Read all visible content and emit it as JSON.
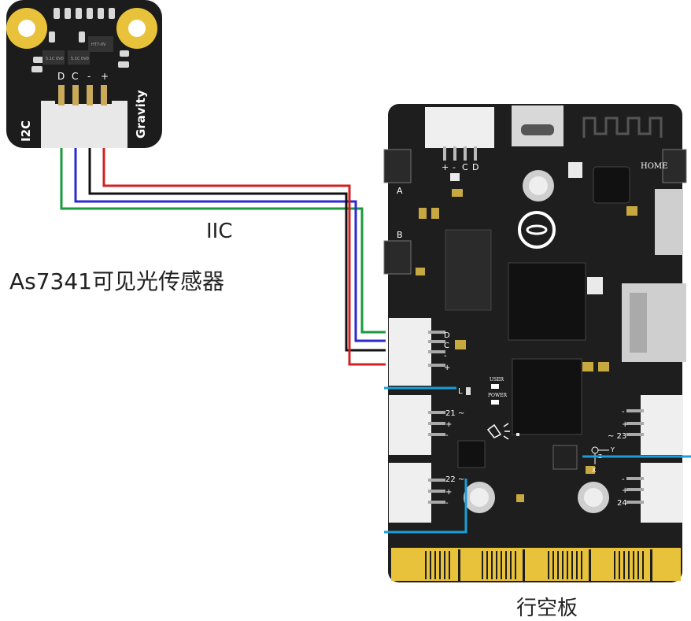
{
  "labels": {
    "iic": "IIC",
    "sensor": "As7341可见光传感器",
    "board": "行空板"
  },
  "sensor": {
    "left_label": "I2C",
    "right_label": "Gravity",
    "pins": [
      "D",
      "C",
      "-",
      "+"
    ],
    "chip_texts": [
      "5.1C 0V0",
      "5.1C 0V0",
      "HT7-0V"
    ]
  },
  "board": {
    "top_pins": [
      "+",
      "-",
      "C",
      "D"
    ],
    "button_a": "A",
    "button_b": "B",
    "home": "HOME",
    "i2c_pins": [
      "D",
      "C",
      "-",
      "+"
    ],
    "user_led": "USER",
    "power_led": "POWER",
    "led_l": "L",
    "port21": [
      "21 ~",
      "+",
      "-"
    ],
    "port22": [
      "22 ~",
      "+",
      "-"
    ],
    "port23": [
      "-",
      "+",
      "~ 23"
    ],
    "port24": [
      "-",
      "+",
      "24"
    ],
    "axis_y": "Y",
    "axis_z": "Z",
    "axis_x": "X"
  },
  "colors": {
    "wire_green": "#1a9a3a",
    "wire_blue": "#2a2ad0",
    "wire_black": "#111111",
    "wire_red": "#d22020",
    "board": "#1e1e1e",
    "gold": "#e8c23a",
    "cyan_line": "#1a9fd9"
  }
}
